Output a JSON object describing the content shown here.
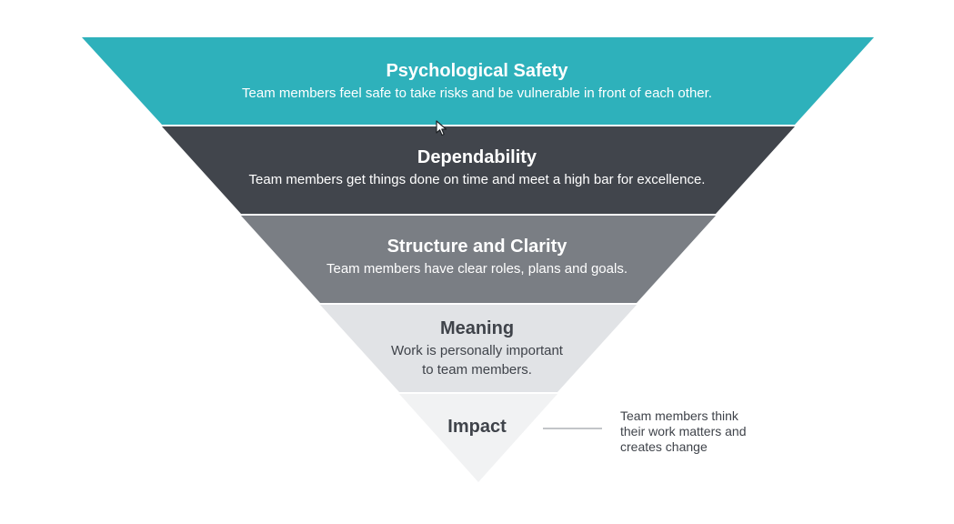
{
  "pyramid": {
    "layers": [
      {
        "title": "Psychological Safety",
        "description_lines": [
          "Team members feel safe to take risks and be vulnerable in front of each other."
        ],
        "color": "#2eb1bb",
        "text_color": "#ffffff"
      },
      {
        "title": "Dependability",
        "description_lines": [
          "Team members get things done on time and meet a high bar for excellence."
        ],
        "color": "#41454c",
        "text_color": "#ffffff"
      },
      {
        "title": "Structure and Clarity",
        "description_lines": [
          "Team members have clear roles, plans and goals."
        ],
        "color": "#7a7e84",
        "text_color": "#ffffff"
      },
      {
        "title": "Meaning",
        "description_lines": [
          "Work is personally important",
          "to team members."
        ],
        "color": "#e1e3e6",
        "text_color": "#3f434a"
      },
      {
        "title": "Impact",
        "description_lines": [],
        "color": "#f1f2f3",
        "text_color": "#3f434a"
      }
    ]
  },
  "callout": {
    "lines": [
      "Team members think",
      "their work matters and",
      "creates change"
    ],
    "line_color": "#9ea2a7"
  },
  "icons": {
    "cursor": "mouse-pointer-icon"
  }
}
